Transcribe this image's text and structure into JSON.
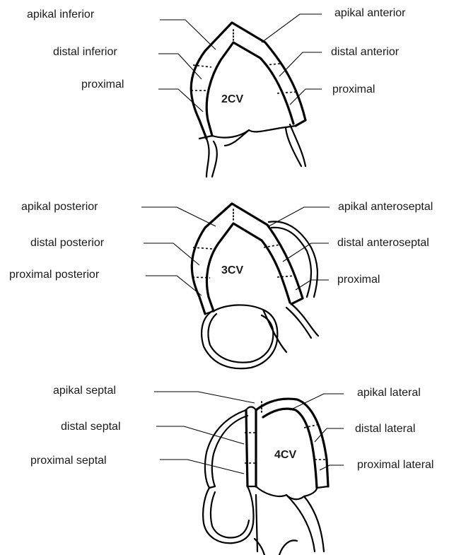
{
  "panels": [
    {
      "view_label": "2CV",
      "labels": {
        "left_1": "apikal inferior",
        "left_2": "distal inferior",
        "left_3": "proximal",
        "right_1": "apikal anterior",
        "right_2": "distal anterior",
        "right_3": "proximal"
      }
    },
    {
      "view_label": "3CV",
      "labels": {
        "left_1": "apikal posterior",
        "left_2": "distal posterior",
        "left_3": "proximal posterior",
        "right_1": "apikal anteroseptal",
        "right_2": "distal anteroseptal",
        "right_3": "proximal"
      }
    },
    {
      "view_label": "4CV",
      "labels": {
        "left_1": "apikal septal",
        "left_2": "distal septal",
        "left_3": "proximal septal",
        "right_1": "apikal lateral",
        "right_2": "distal lateral",
        "right_3": "proximal lateral"
      }
    }
  ]
}
